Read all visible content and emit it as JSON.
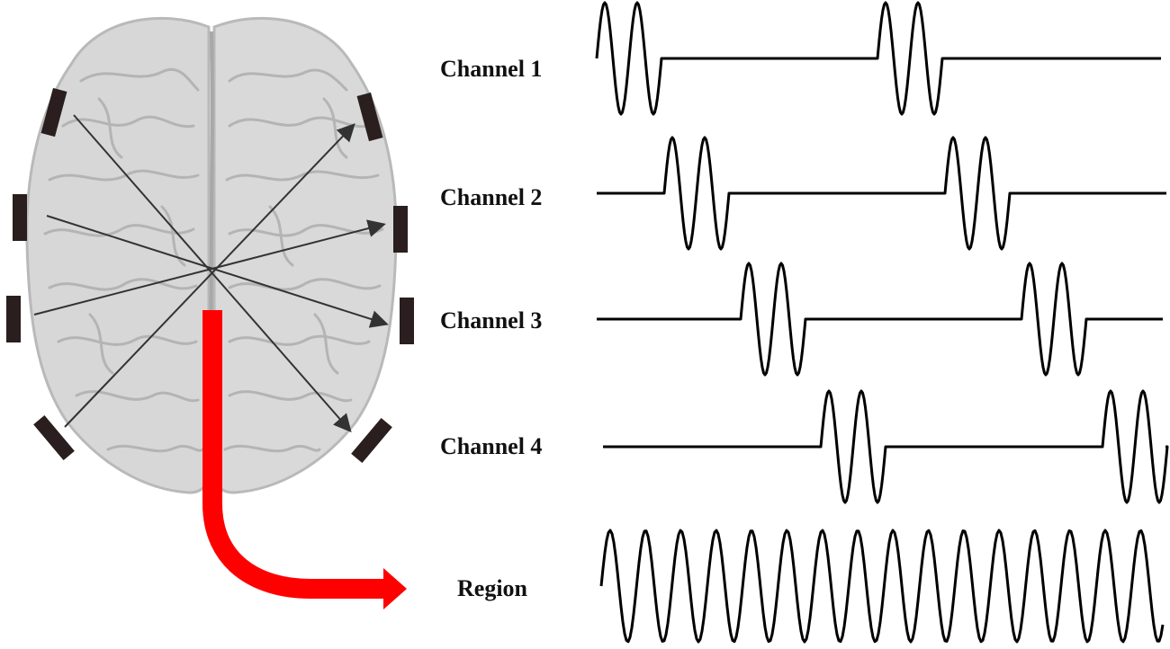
{
  "channels": [
    {
      "label": "Channel 1"
    },
    {
      "label": "Channel 2"
    },
    {
      "label": "Channel 3"
    },
    {
      "label": "Channel 4"
    }
  ],
  "region": {
    "label": "Region"
  },
  "colors": {
    "brain_fill": "#d7d7d7",
    "brain_edge": "#b9b9b9",
    "electrode": "#2a1e1e",
    "arrow_line": "#333333",
    "region_arrow": "#ff0000",
    "waveform": "#000000"
  }
}
